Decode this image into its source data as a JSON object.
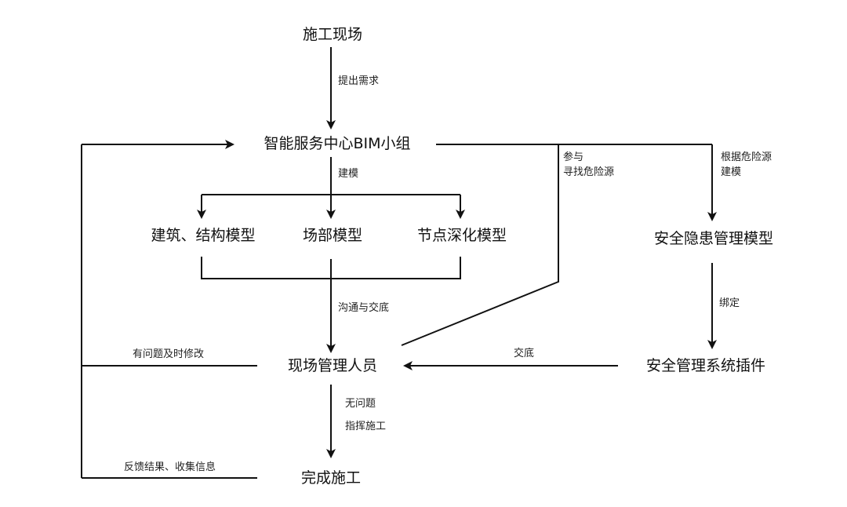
{
  "diagram": {
    "type": "flowchart",
    "nodes": {
      "site": "施工现场",
      "bim_team": "智能服务中心BIM小组",
      "arch_model": "建筑、结构模型",
      "yard_model": "场部模型",
      "node_model": "节点深化模型",
      "hazard_model": "安全隐患管理模型",
      "site_manager": "现场管理人员",
      "safety_plugin": "安全管理系统插件",
      "complete": "完成施工"
    },
    "edge_labels": {
      "raise_need": "提出需求",
      "modeling": "建模",
      "participate_line1": "参与",
      "participate_line2": "寻找危险源",
      "hazard_modeling_line1": "根据危险源",
      "hazard_modeling_line2": "建模",
      "communicate": "沟通与交底",
      "bind": "绑定",
      "handover": "交底",
      "fix_issue": "有问题及时修改",
      "no_issue": "无问题",
      "direct": "指挥施工",
      "feedback": "反馈结果、收集信息"
    },
    "edges": [
      {
        "from": "site",
        "to": "bim_team",
        "label": "raise_need"
      },
      {
        "from": "bim_team",
        "to": [
          "arch_model",
          "yard_model",
          "node_model"
        ],
        "label": "modeling"
      },
      {
        "from": "bim_team",
        "to": "hazard_model",
        "label": "hazard_modeling"
      },
      {
        "from": "bim_team",
        "to": "site_manager",
        "label": "participate"
      },
      {
        "from": [
          "arch_model",
          "yard_model",
          "node_model"
        ],
        "to": "site_manager",
        "label": "communicate"
      },
      {
        "from": "hazard_model",
        "to": "safety_plugin",
        "label": "bind"
      },
      {
        "from": "safety_plugin",
        "to": "site_manager",
        "label": "handover"
      },
      {
        "from": "site_manager",
        "to": "bim_team",
        "label": "fix_issue"
      },
      {
        "from": "site_manager",
        "to": "complete",
        "label": "no_issue / direct"
      },
      {
        "from": "complete",
        "to": "bim_team",
        "label": "feedback"
      }
    ]
  }
}
